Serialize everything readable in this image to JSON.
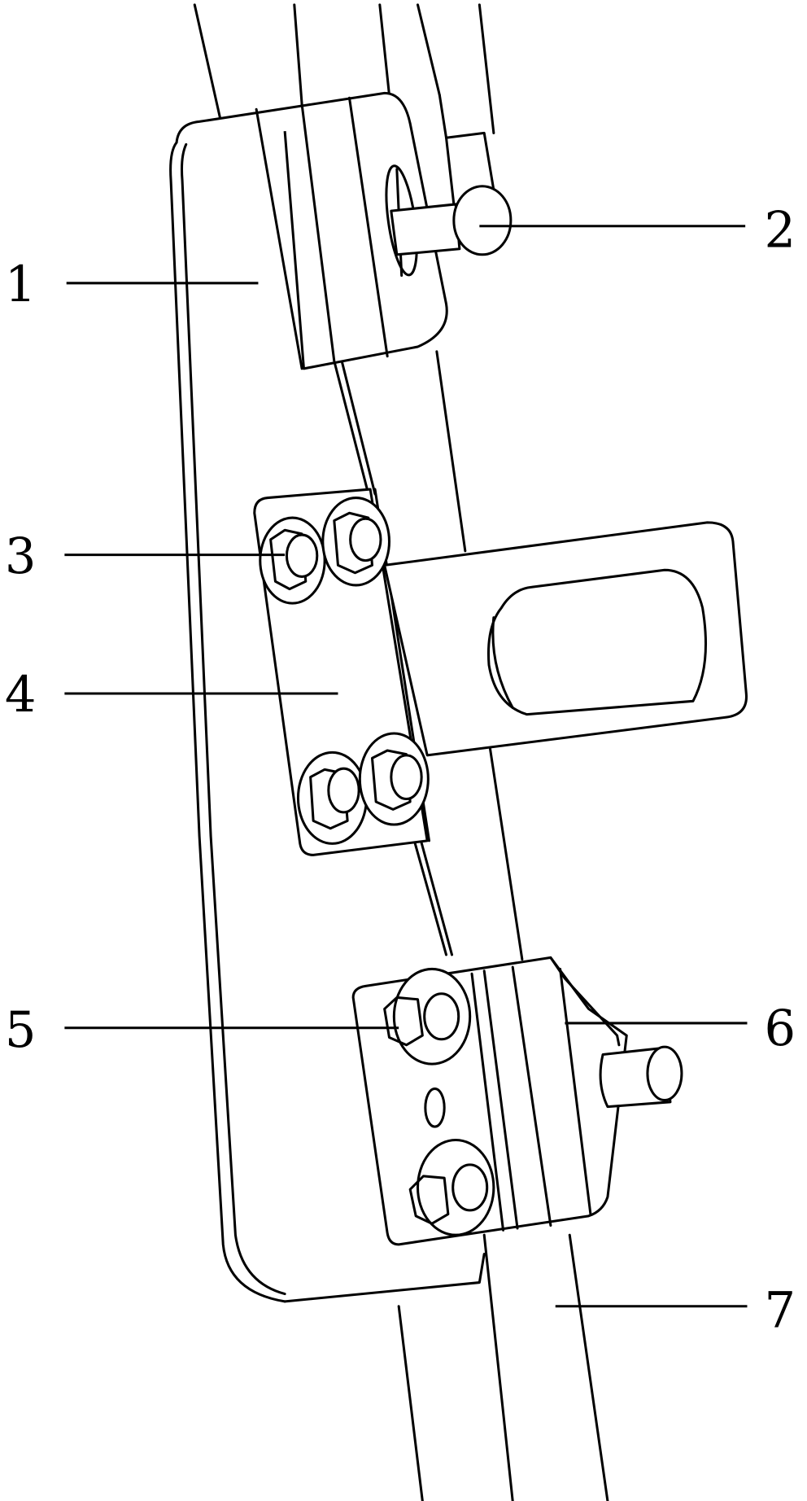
{
  "figure": {
    "type": "mechanical assembly line drawing",
    "background": "#ffffff",
    "line_color": "#000000"
  },
  "labels": [
    {
      "id": "1",
      "text": "1",
      "side": "left"
    },
    {
      "id": "2",
      "text": "2",
      "side": "right"
    },
    {
      "id": "3",
      "text": "3",
      "side": "left"
    },
    {
      "id": "4",
      "text": "4",
      "side": "left"
    },
    {
      "id": "5",
      "text": "5",
      "side": "left"
    },
    {
      "id": "6",
      "text": "6",
      "side": "right"
    },
    {
      "id": "7",
      "text": "7",
      "side": "right"
    }
  ],
  "components": [
    {
      "label": "1",
      "name": "upper clamp block"
    },
    {
      "label": "2",
      "name": "locking pin with knob"
    },
    {
      "label": "3",
      "name": "bolt with washer"
    },
    {
      "label": "4",
      "name": "mounting plate with slotted bracket"
    },
    {
      "label": "5",
      "name": "lower bolt"
    },
    {
      "label": "6",
      "name": "lower clamp block with pin"
    },
    {
      "label": "7",
      "name": "rail / tube"
    }
  ]
}
